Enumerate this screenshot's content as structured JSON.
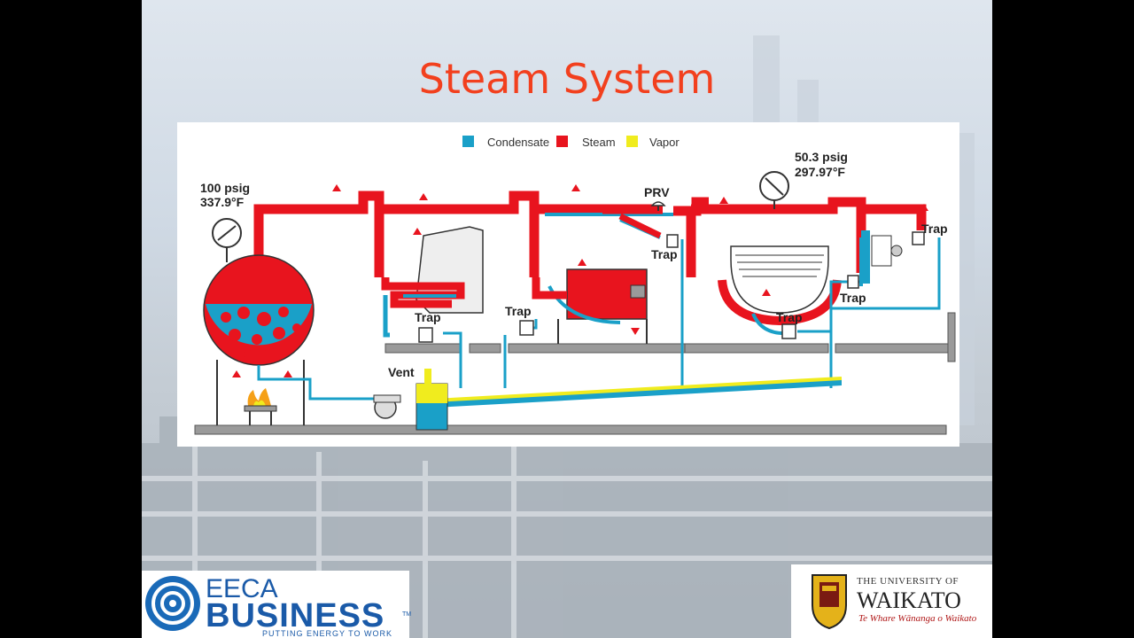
{
  "slide": {
    "title": "Steam System"
  },
  "legend": [
    {
      "label": "Condensate",
      "color": "#1aa0c8"
    },
    {
      "label": "Steam",
      "color": "#e8141e"
    },
    {
      "label": "Vapor",
      "color": "#f0ec1e"
    }
  ],
  "labels": {
    "boiler_pressure": "100 psig",
    "boiler_temp": "337.9°F",
    "low_pressure": "50.3 psig",
    "low_temp": "297.97°F",
    "prv": "PRV",
    "vent": "Vent",
    "trap": "Trap"
  },
  "logos": {
    "eeca_name": "EECA",
    "eeca_sub": "BUSINESS",
    "eeca_tm": "TM",
    "eeca_tagline": "PUTTING ENERGY TO WORK",
    "waikato_top": "THE UNIVERSITY OF",
    "waikato_name": "WAIKATO",
    "waikato_tagline": "Te Whare Wānanga o Waikato"
  },
  "colors": {
    "steam": "#e8141e",
    "condensate": "#1aa0c8",
    "vapor": "#f0ec1e",
    "title": "#f2401e",
    "pipe_gray": "#9a9a9a"
  }
}
